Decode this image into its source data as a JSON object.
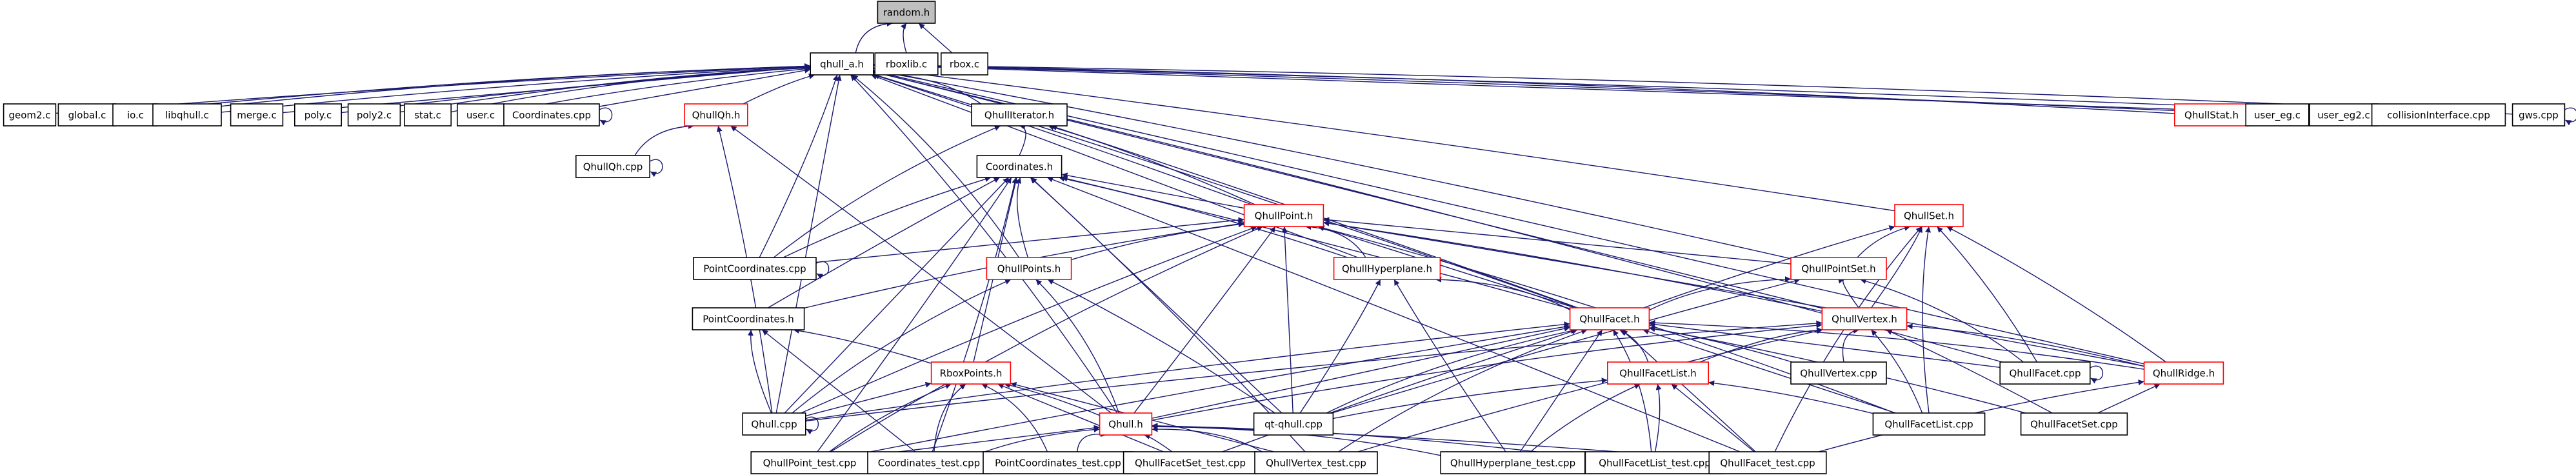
{
  "colors": {
    "background": "#ffffff",
    "edge": "#191970",
    "box_border_default": "#000000",
    "box_border_truncated": "#ff0000",
    "box_fill_root": "#bfbfbf",
    "box_fill_default": "#ffffff",
    "label_text": "#000000"
  },
  "nodes": [
    {
      "id": "random_h",
      "label": "random.h",
      "root": true
    },
    {
      "id": "qhull_a_h",
      "label": "qhull_a.h"
    },
    {
      "id": "rboxlib_c",
      "label": "rboxlib.c"
    },
    {
      "id": "rbox_c",
      "label": "rbox.c"
    },
    {
      "id": "geom2_c",
      "label": "geom2.c"
    },
    {
      "id": "global_c",
      "label": "global.c"
    },
    {
      "id": "io_c",
      "label": "io.c"
    },
    {
      "id": "libqhull_c",
      "label": "libqhull.c"
    },
    {
      "id": "merge_c",
      "label": "merge.c"
    },
    {
      "id": "poly_c",
      "label": "poly.c"
    },
    {
      "id": "poly2_c",
      "label": "poly2.c"
    },
    {
      "id": "stat_c",
      "label": "stat.c"
    },
    {
      "id": "user_c",
      "label": "user.c"
    },
    {
      "id": "coordinates_cpp",
      "label": "Coordinates.cpp"
    },
    {
      "id": "qhullqh_h",
      "label": "QhullQh.h",
      "truncated": true
    },
    {
      "id": "qhulliterator_h",
      "label": "QhullIterator.h"
    },
    {
      "id": "qhullstat_h",
      "label": "QhullStat.h",
      "truncated": true
    },
    {
      "id": "user_eg_c",
      "label": "user_eg.c"
    },
    {
      "id": "user_eg2_c",
      "label": "user_eg2.c"
    },
    {
      "id": "collisioninterface_cpp",
      "label": "collisionInterface.cpp"
    },
    {
      "id": "gws_cpp",
      "label": "gws.cpp"
    },
    {
      "id": "qhullqh_cpp",
      "label": "QhullQh.cpp"
    },
    {
      "id": "coordinates_h",
      "label": "Coordinates.h"
    },
    {
      "id": "qhullpoint_h",
      "label": "QhullPoint.h",
      "truncated": true
    },
    {
      "id": "qhullset_h",
      "label": "QhullSet.h",
      "truncated": true
    },
    {
      "id": "pointcoordinates_cpp",
      "label": "PointCoordinates.cpp"
    },
    {
      "id": "qhullpoints_h",
      "label": "QhullPoints.h",
      "truncated": true
    },
    {
      "id": "qhullhyperplane_h",
      "label": "QhullHyperplane.h",
      "truncated": true
    },
    {
      "id": "qhullpointset_h",
      "label": "QhullPointSet.h",
      "truncated": true
    },
    {
      "id": "pointcoordinates_h",
      "label": "PointCoordinates.h"
    },
    {
      "id": "qhullfacet_h",
      "label": "QhullFacet.h",
      "truncated": true
    },
    {
      "id": "qhullvertex_h",
      "label": "QhullVertex.h",
      "truncated": true
    },
    {
      "id": "rboxpoints_h",
      "label": "RboxPoints.h",
      "truncated": true
    },
    {
      "id": "qhullfacetlist_h",
      "label": "QhullFacetList.h",
      "truncated": true
    },
    {
      "id": "qhullvertex_cpp",
      "label": "QhullVertex.cpp"
    },
    {
      "id": "qhullfacet_cpp",
      "label": "QhullFacet.cpp"
    },
    {
      "id": "qhullridge_h",
      "label": "QhullRidge.h",
      "truncated": true
    },
    {
      "id": "qhull_cpp",
      "label": "Qhull.cpp"
    },
    {
      "id": "qt_qhull_cpp",
      "label": "qt-qhull.cpp"
    },
    {
      "id": "qhull_h",
      "label": "Qhull.h",
      "truncated": true
    },
    {
      "id": "qhullfacetlist_cpp",
      "label": "QhullFacetList.cpp"
    },
    {
      "id": "qhullfacetset_cpp",
      "label": "QhullFacetSet.cpp"
    },
    {
      "id": "qhullpoint_test_cpp",
      "label": "QhullPoint_test.cpp"
    },
    {
      "id": "coordinates_test_cpp",
      "label": "Coordinates_test.cpp"
    },
    {
      "id": "pointcoordinates_test_cpp",
      "label": "PointCoordinates_test.cpp"
    },
    {
      "id": "qhullfacetset_test_cpp",
      "label": "QhullFacetSet_test.cpp"
    },
    {
      "id": "qhullvertex_test_cpp",
      "label": "QhullVertex_test.cpp"
    },
    {
      "id": "qhullhyperplane_test_cpp",
      "label": "QhullHyperplane_test.cpp"
    },
    {
      "id": "qhullfacetlist_test_cpp",
      "label": "QhullFacetList_test.cpp"
    },
    {
      "id": "qhullfacet_test_cpp",
      "label": "QhullFacet_test.cpp"
    }
  ],
  "edges": [
    [
      "qhull_a_h",
      "random_h"
    ],
    [
      "rboxlib_c",
      "random_h"
    ],
    [
      "rbox_c",
      "random_h"
    ],
    [
      "geom2_c",
      "qhull_a_h"
    ],
    [
      "global_c",
      "qhull_a_h"
    ],
    [
      "io_c",
      "qhull_a_h"
    ],
    [
      "libqhull_c",
      "qhull_a_h"
    ],
    [
      "merge_c",
      "qhull_a_h"
    ],
    [
      "poly_c",
      "qhull_a_h"
    ],
    [
      "poly2_c",
      "qhull_a_h"
    ],
    [
      "stat_c",
      "qhull_a_h"
    ],
    [
      "user_c",
      "qhull_a_h"
    ],
    [
      "coordinates_cpp",
      "qhull_a_h"
    ],
    [
      "qhullqh_h",
      "qhull_a_h"
    ],
    [
      "qhulliterator_h",
      "qhull_a_h"
    ],
    [
      "qhullstat_h",
      "qhull_a_h"
    ],
    [
      "user_eg_c",
      "qhull_a_h"
    ],
    [
      "user_eg2_c",
      "qhull_a_h"
    ],
    [
      "collisioninterface_cpp",
      "qhull_a_h"
    ],
    [
      "gws_cpp",
      "qhull_a_h"
    ],
    [
      "qhullqh_cpp",
      "qhullqh_h"
    ],
    [
      "qhullqh_cpp",
      "qhullqh_cpp"
    ],
    [
      "coordinates_cpp",
      "coordinates_cpp"
    ],
    [
      "gws_cpp",
      "gws_cpp"
    ],
    [
      "coordinates_h",
      "qhulliterator_h"
    ],
    [
      "qhullpoint_h",
      "qhulliterator_h"
    ],
    [
      "qhullpoint_h",
      "qhull_a_h"
    ],
    [
      "qhullpoint_h",
      "coordinates_h"
    ],
    [
      "qhullset_h",
      "qhull_a_h"
    ],
    [
      "pointcoordinates_cpp",
      "qhull_a_h"
    ],
    [
      "pointcoordinates_cpp",
      "qhulliterator_h"
    ],
    [
      "pointcoordinates_cpp",
      "coordinates_h"
    ],
    [
      "pointcoordinates_cpp",
      "qhullpoint_h"
    ],
    [
      "pointcoordinates_cpp",
      "pointcoordinates_cpp"
    ],
    [
      "qhullpoints_h",
      "qhull_a_h"
    ],
    [
      "qhullpoints_h",
      "coordinates_h"
    ],
    [
      "qhullpoints_h",
      "qhullpoint_h"
    ],
    [
      "qhullhyperplane_h",
      "qhull_a_h"
    ],
    [
      "qhullhyperplane_h",
      "coordinates_h"
    ],
    [
      "qhullhyperplane_h",
      "qhullpoint_h"
    ],
    [
      "qhullpointset_h",
      "qhull_a_h"
    ],
    [
      "qhullpointset_h",
      "qhullset_h"
    ],
    [
      "qhullpointset_h",
      "qhullpoint_h"
    ],
    [
      "pointcoordinates_h",
      "coordinates_h"
    ],
    [
      "pointcoordinates_h",
      "qhullpoint_h"
    ],
    [
      "qhullfacet_h",
      "qhull_a_h"
    ],
    [
      "qhullfacet_h",
      "coordinates_h"
    ],
    [
      "qhullfacet_h",
      "qhullpoint_h"
    ],
    [
      "qhullfacet_h",
      "qhullset_h"
    ],
    [
      "qhullfacet_h",
      "qhullhyperplane_h"
    ],
    [
      "qhullfacet_h",
      "qhullpointset_h"
    ],
    [
      "qhullfacet_h",
      "qhulliterator_h"
    ],
    [
      "qhullvertex_h",
      "qhull_a_h"
    ],
    [
      "qhullvertex_h",
      "qhullpoint_h"
    ],
    [
      "qhullvertex_h",
      "qhullset_h"
    ],
    [
      "qhullvertex_h",
      "qhullpointset_h"
    ],
    [
      "rboxpoints_h",
      "pointcoordinates_h"
    ],
    [
      "rboxpoints_h",
      "coordinates_h"
    ],
    [
      "qhullfacetlist_h",
      "qhullfacet_h"
    ],
    [
      "qhullfacetlist_h",
      "qhullvertex_h"
    ],
    [
      "qhullvertex_cpp",
      "qhullvertex_h"
    ],
    [
      "qhullvertex_cpp",
      "qhullfacet_h"
    ],
    [
      "qhullfacet_cpp",
      "qhullfacet_h"
    ],
    [
      "qhullfacet_cpp",
      "qhullset_h"
    ],
    [
      "qhullfacet_cpp",
      "qhullpointset_h"
    ],
    [
      "qhullfacet_cpp",
      "qhull_a_h"
    ],
    [
      "qhullfacet_cpp",
      "qhullfacet_cpp"
    ],
    [
      "qhullridge_h",
      "qhull_a_h"
    ],
    [
      "qhullridge_h",
      "qhullset_h"
    ],
    [
      "qhullridge_h",
      "qhullfacet_h"
    ],
    [
      "qhullridge_h",
      "qhullvertex_h"
    ],
    [
      "qhullridge_h",
      "qhullpoint_h"
    ],
    [
      "qhull_cpp",
      "qhull_a_h"
    ],
    [
      "qhull_cpp",
      "coordinates_h"
    ],
    [
      "qhull_cpp",
      "qhullpoint_h"
    ],
    [
      "qhull_cpp",
      "qhullpoints_h"
    ],
    [
      "qhull_cpp",
      "qhullfacet_h"
    ],
    [
      "qhull_cpp",
      "rboxpoints_h"
    ],
    [
      "qhull_cpp",
      "qhullqh_h"
    ],
    [
      "qhull_cpp",
      "qhullvertex_h"
    ],
    [
      "qhull_cpp",
      "pointcoordinates_h"
    ],
    [
      "qhull_cpp",
      "qhull_cpp"
    ],
    [
      "qt_qhull_cpp",
      "qhullpoint_h"
    ],
    [
      "qt_qhull_cpp",
      "qhullpoints_h"
    ],
    [
      "qt_qhull_cpp",
      "qhullhyperplane_h"
    ],
    [
      "qt_qhull_cpp",
      "qhullfacet_h"
    ],
    [
      "qt_qhull_cpp",
      "qhullfacetlist_h"
    ],
    [
      "qt_qhull_cpp",
      "coordinates_h"
    ],
    [
      "qt_qhull_cpp",
      "qhullpointset_h"
    ],
    [
      "qhull_h",
      "qhull_a_h"
    ],
    [
      "qhull_h",
      "qhullqh_h"
    ],
    [
      "qhull_h",
      "rboxpoints_h"
    ],
    [
      "qhull_h",
      "qhullfacet_h"
    ],
    [
      "qhull_h",
      "qhullpoint_h"
    ],
    [
      "qhull_h",
      "qhullpoints_h"
    ],
    [
      "qhull_h",
      "qhullvertex_h"
    ],
    [
      "qhullfacetlist_cpp",
      "qhullfacetlist_h"
    ],
    [
      "qhullfacetlist_cpp",
      "qhullfacet_h"
    ],
    [
      "qhullfacetlist_cpp",
      "qhullvertex_h"
    ],
    [
      "qhullfacetlist_cpp",
      "qhullpoint_h"
    ],
    [
      "qhullfacetlist_cpp",
      "qhullset_h"
    ],
    [
      "qhullfacetset_cpp",
      "qhullvertex_h"
    ],
    [
      "qhullfacetset_cpp",
      "qhullridge_h"
    ],
    [
      "qhullfacetset_cpp",
      "qhullfacet_h"
    ],
    [
      "qhullpoint_test_cpp",
      "coordinates_h"
    ],
    [
      "qhullpoint_test_cpp",
      "qhullpoint_h"
    ],
    [
      "qhullpoint_test_cpp",
      "rboxpoints_h"
    ],
    [
      "qhullpoint_test_cpp",
      "qhull_h"
    ],
    [
      "qhullpoint_test_cpp",
      "qhullfacet_h"
    ],
    [
      "coordinates_test_cpp",
      "coordinates_h"
    ],
    [
      "coordinates_test_cpp",
      "rboxpoints_h"
    ],
    [
      "coordinates_test_cpp",
      "qhull_h"
    ],
    [
      "coordinates_test_cpp",
      "pointcoordinates_h"
    ],
    [
      "coordinates_test_cpp",
      "coordinates_test_cpp"
    ],
    [
      "pointcoordinates_test_cpp",
      "rboxpoints_h"
    ],
    [
      "pointcoordinates_test_cpp",
      "qhull_h"
    ],
    [
      "qhullfacetset_test_cpp",
      "qhull_h"
    ],
    [
      "qhullfacetset_test_cpp",
      "rboxpoints_h"
    ],
    [
      "qhullfacetset_test_cpp",
      "qhullfacet_h"
    ],
    [
      "qhullvertex_test_cpp",
      "qhull_h"
    ],
    [
      "qhullvertex_test_cpp",
      "qhullfacet_h"
    ],
    [
      "qhullvertex_test_cpp",
      "qhullvertex_h"
    ],
    [
      "qhullvertex_test_cpp",
      "rboxpoints_h"
    ],
    [
      "qhullvertex_test_cpp",
      "coordinates_h"
    ],
    [
      "qhullhyperplane_test_cpp",
      "qhull_h"
    ],
    [
      "qhullhyperplane_test_cpp",
      "qhullhyperplane_h"
    ],
    [
      "qhullhyperplane_test_cpp",
      "qhullfacetlist_h"
    ],
    [
      "qhullhyperplane_test_cpp",
      "qhullfacet_h"
    ],
    [
      "qhullfacetlist_test_cpp",
      "qhullfacetlist_h"
    ],
    [
      "qhullfacetlist_test_cpp",
      "qhullfacet_h"
    ],
    [
      "qhullfacetlist_test_cpp",
      "qhull_h"
    ],
    [
      "qhullfacet_test_cpp",
      "qhullfacet_h"
    ],
    [
      "qhullfacet_test_cpp",
      "qhullfacetlist_h"
    ],
    [
      "qhullfacet_test_cpp",
      "qhull_h"
    ],
    [
      "qhullfacet_test_cpp",
      "qhullridge_h"
    ],
    [
      "qhullfacet_test_cpp",
      "qhullset_h"
    ],
    [
      "qhullfacet_test_cpp",
      "coordinates_h"
    ]
  ]
}
